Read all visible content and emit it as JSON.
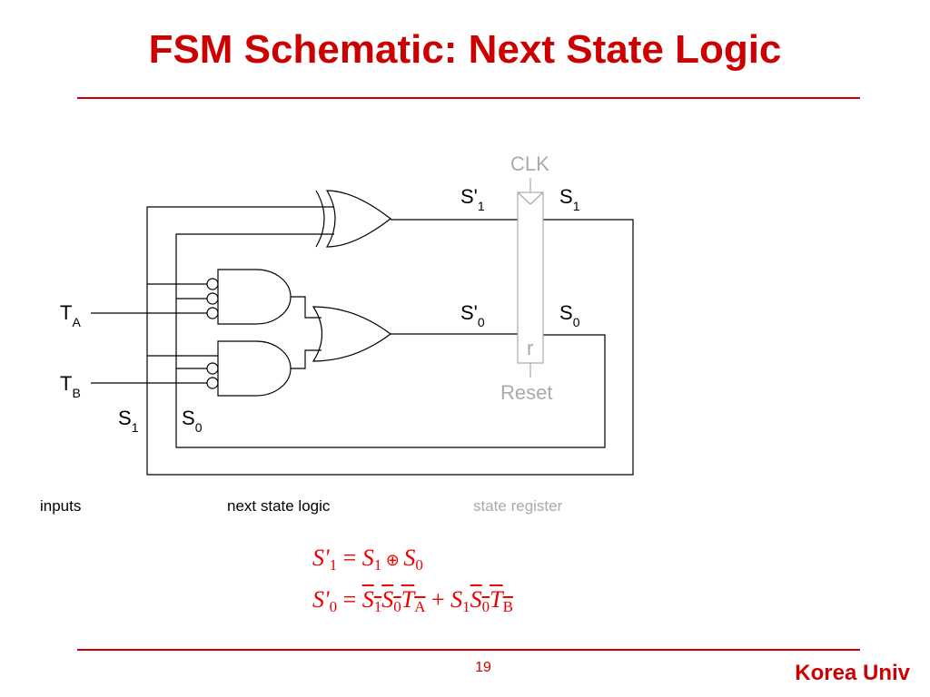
{
  "slide": {
    "title": "FSM Schematic: Next State Logic",
    "page_number": "19",
    "footer_brand": "Korea Univ"
  },
  "diagram": {
    "clock_label": "CLK",
    "reset_label": "Reset",
    "register_reset_pin": "r",
    "next_state_1": {
      "base": "S'",
      "sub": "1"
    },
    "next_state_0": {
      "base": "S'",
      "sub": "0"
    },
    "state_1": {
      "base": "S",
      "sub": "1"
    },
    "state_0": {
      "base": "S",
      "sub": "0"
    },
    "input_a": {
      "base": "T",
      "sub": "A"
    },
    "input_b": {
      "base": "T",
      "sub": "B"
    },
    "feedback_s1": {
      "base": "S",
      "sub": "1"
    },
    "feedback_s0": {
      "base": "S",
      "sub": "0"
    },
    "section_inputs": "inputs",
    "section_next_state_logic": "next state logic",
    "section_state_register": "state register"
  },
  "equations": {
    "eq1": {
      "lhs": "S'",
      "lhs_sub": "1",
      "eq": " = ",
      "a": "S",
      "a_sub": "1",
      "op": " ⊕ ",
      "b": "S",
      "b_sub": "0"
    },
    "eq2": {
      "lhs": "S'",
      "lhs_sub": "0",
      "eq": " = ",
      "t1a": "S",
      "t1a_sub": "1",
      "t1b": "S",
      "t1b_sub": "0",
      "t1c": "T",
      "t1c_sub": "A",
      "plus": " + ",
      "t2a": "S",
      "t2a_sub": "1",
      "t2b": "S",
      "t2b_sub": "0",
      "t2c": "T",
      "t2c_sub": "B"
    }
  },
  "colors": {
    "accent": "#cc0000",
    "equation": "#ee0000",
    "register_gray": "#aaaaaa",
    "wire": "#000000"
  }
}
